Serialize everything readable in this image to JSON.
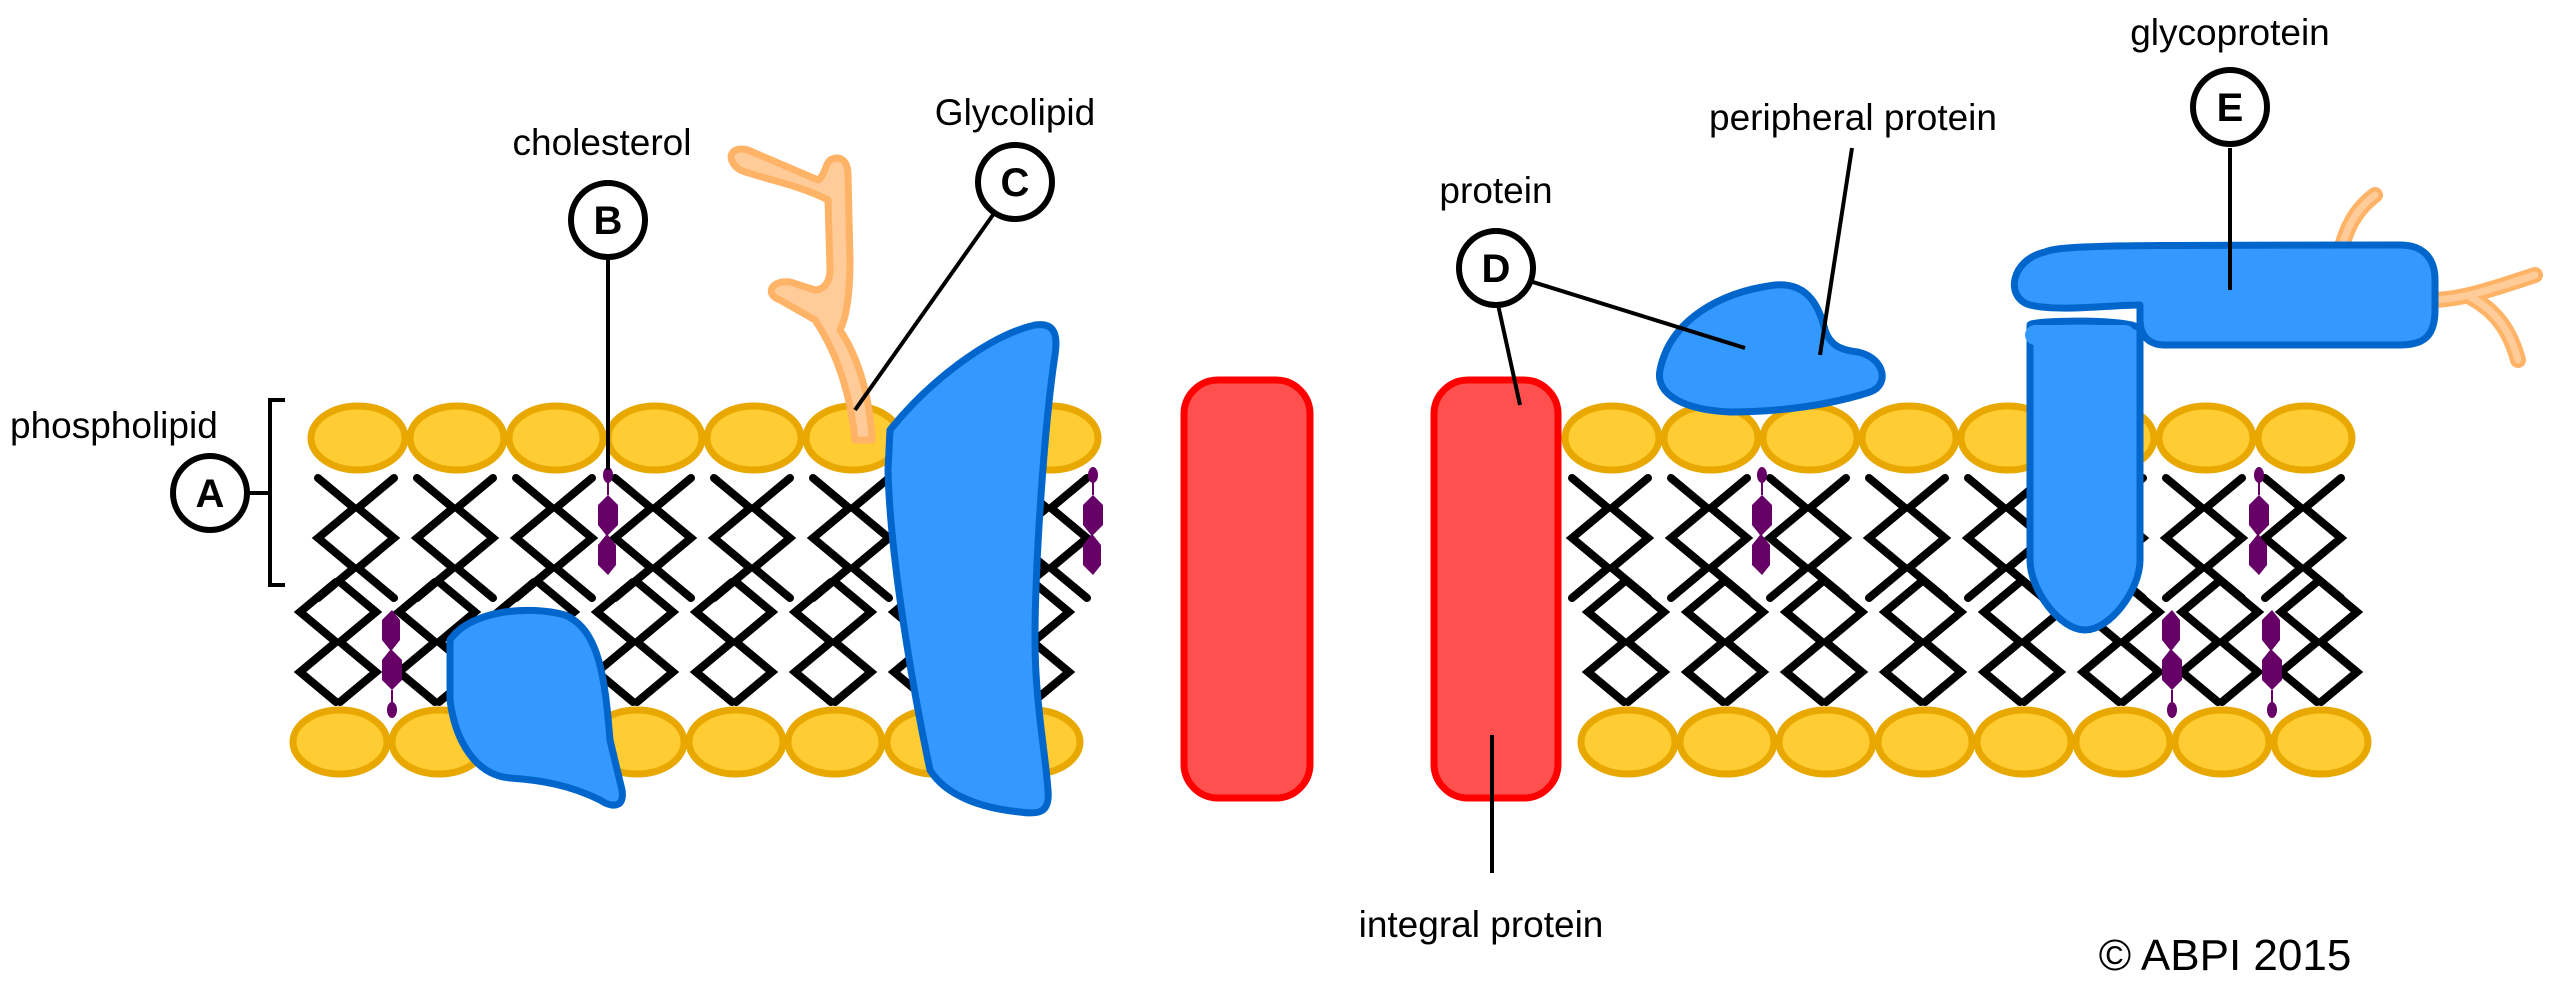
{
  "title": "Cell membrane (fluid mosaic model)",
  "labels": {
    "phospholipid": "phospholipid",
    "cholesterol": "cholesterol",
    "glycolipid": "Glycolipid",
    "protein": "protein",
    "peripheral_protein": "peripheral protein",
    "glycoprotein": "glycoprotein",
    "integral_protein": "integral protein"
  },
  "markers": {
    "A": "A",
    "B": "B",
    "C": "C",
    "D": "D",
    "E": "E"
  },
  "copyright": "© ABPI 2015",
  "colors": {
    "head_fill": "#ffcc33",
    "head_stroke": "#e8a800",
    "tail": "#000000",
    "cholesterol": "#660066",
    "protein_blue_fill": "#3399ff",
    "protein_blue_stroke": "#0066cc",
    "protein_red_fill": "#ff5050",
    "protein_red_stroke": "#ff0000",
    "carbohydrate_fill": "#ffcc99",
    "carbohydrate_stroke": "#ffb366"
  }
}
